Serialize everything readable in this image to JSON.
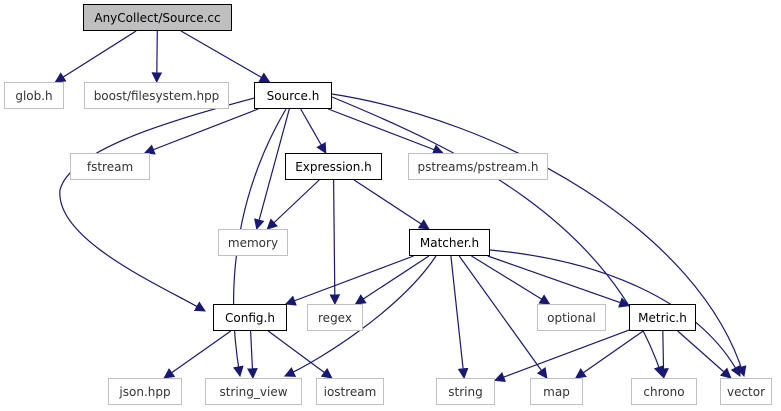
{
  "diagram": {
    "edge_color": "#191970",
    "nodes": {
      "root": {
        "label": "AnyCollect/Source.cc",
        "kind": "root"
      },
      "glob": {
        "label": "glob.h",
        "kind": "system"
      },
      "boostfs": {
        "label": "boost/filesystem.hpp",
        "kind": "system"
      },
      "source": {
        "label": "Source.h",
        "kind": "local"
      },
      "fstream": {
        "label": "fstream",
        "kind": "system"
      },
      "expression": {
        "label": "Expression.h",
        "kind": "local"
      },
      "pstream": {
        "label": "pstreams/pstream.h",
        "kind": "system"
      },
      "memory": {
        "label": "memory",
        "kind": "system"
      },
      "matcher": {
        "label": "Matcher.h",
        "kind": "local"
      },
      "config": {
        "label": "Config.h",
        "kind": "local"
      },
      "regex": {
        "label": "regex",
        "kind": "system"
      },
      "optional": {
        "label": "optional",
        "kind": "system"
      },
      "metric": {
        "label": "Metric.h",
        "kind": "local"
      },
      "json": {
        "label": "json.hpp",
        "kind": "system"
      },
      "string_view": {
        "label": "string_view",
        "kind": "system"
      },
      "iostream": {
        "label": "iostream",
        "kind": "system"
      },
      "string": {
        "label": "string",
        "kind": "system"
      },
      "map": {
        "label": "map",
        "kind": "system"
      },
      "chrono": {
        "label": "chrono",
        "kind": "system"
      },
      "vector": {
        "label": "vector",
        "kind": "system"
      }
    },
    "edges": [
      [
        "root",
        "glob"
      ],
      [
        "root",
        "boostfs"
      ],
      [
        "root",
        "source"
      ],
      [
        "source",
        "fstream"
      ],
      [
        "source",
        "expression"
      ],
      [
        "source",
        "pstream"
      ],
      [
        "source",
        "memory"
      ],
      [
        "source",
        "config"
      ],
      [
        "source",
        "string_view"
      ],
      [
        "source",
        "chrono"
      ],
      [
        "source",
        "vector"
      ],
      [
        "expression",
        "memory"
      ],
      [
        "expression",
        "matcher"
      ],
      [
        "expression",
        "regex"
      ],
      [
        "matcher",
        "config"
      ],
      [
        "matcher",
        "regex"
      ],
      [
        "matcher",
        "optional"
      ],
      [
        "matcher",
        "metric"
      ],
      [
        "matcher",
        "string_view"
      ],
      [
        "matcher",
        "string"
      ],
      [
        "matcher",
        "map"
      ],
      [
        "matcher",
        "vector"
      ],
      [
        "config",
        "json"
      ],
      [
        "config",
        "string_view"
      ],
      [
        "config",
        "iostream"
      ],
      [
        "metric",
        "string"
      ],
      [
        "metric",
        "map"
      ],
      [
        "metric",
        "chrono"
      ],
      [
        "metric",
        "vector"
      ]
    ]
  }
}
